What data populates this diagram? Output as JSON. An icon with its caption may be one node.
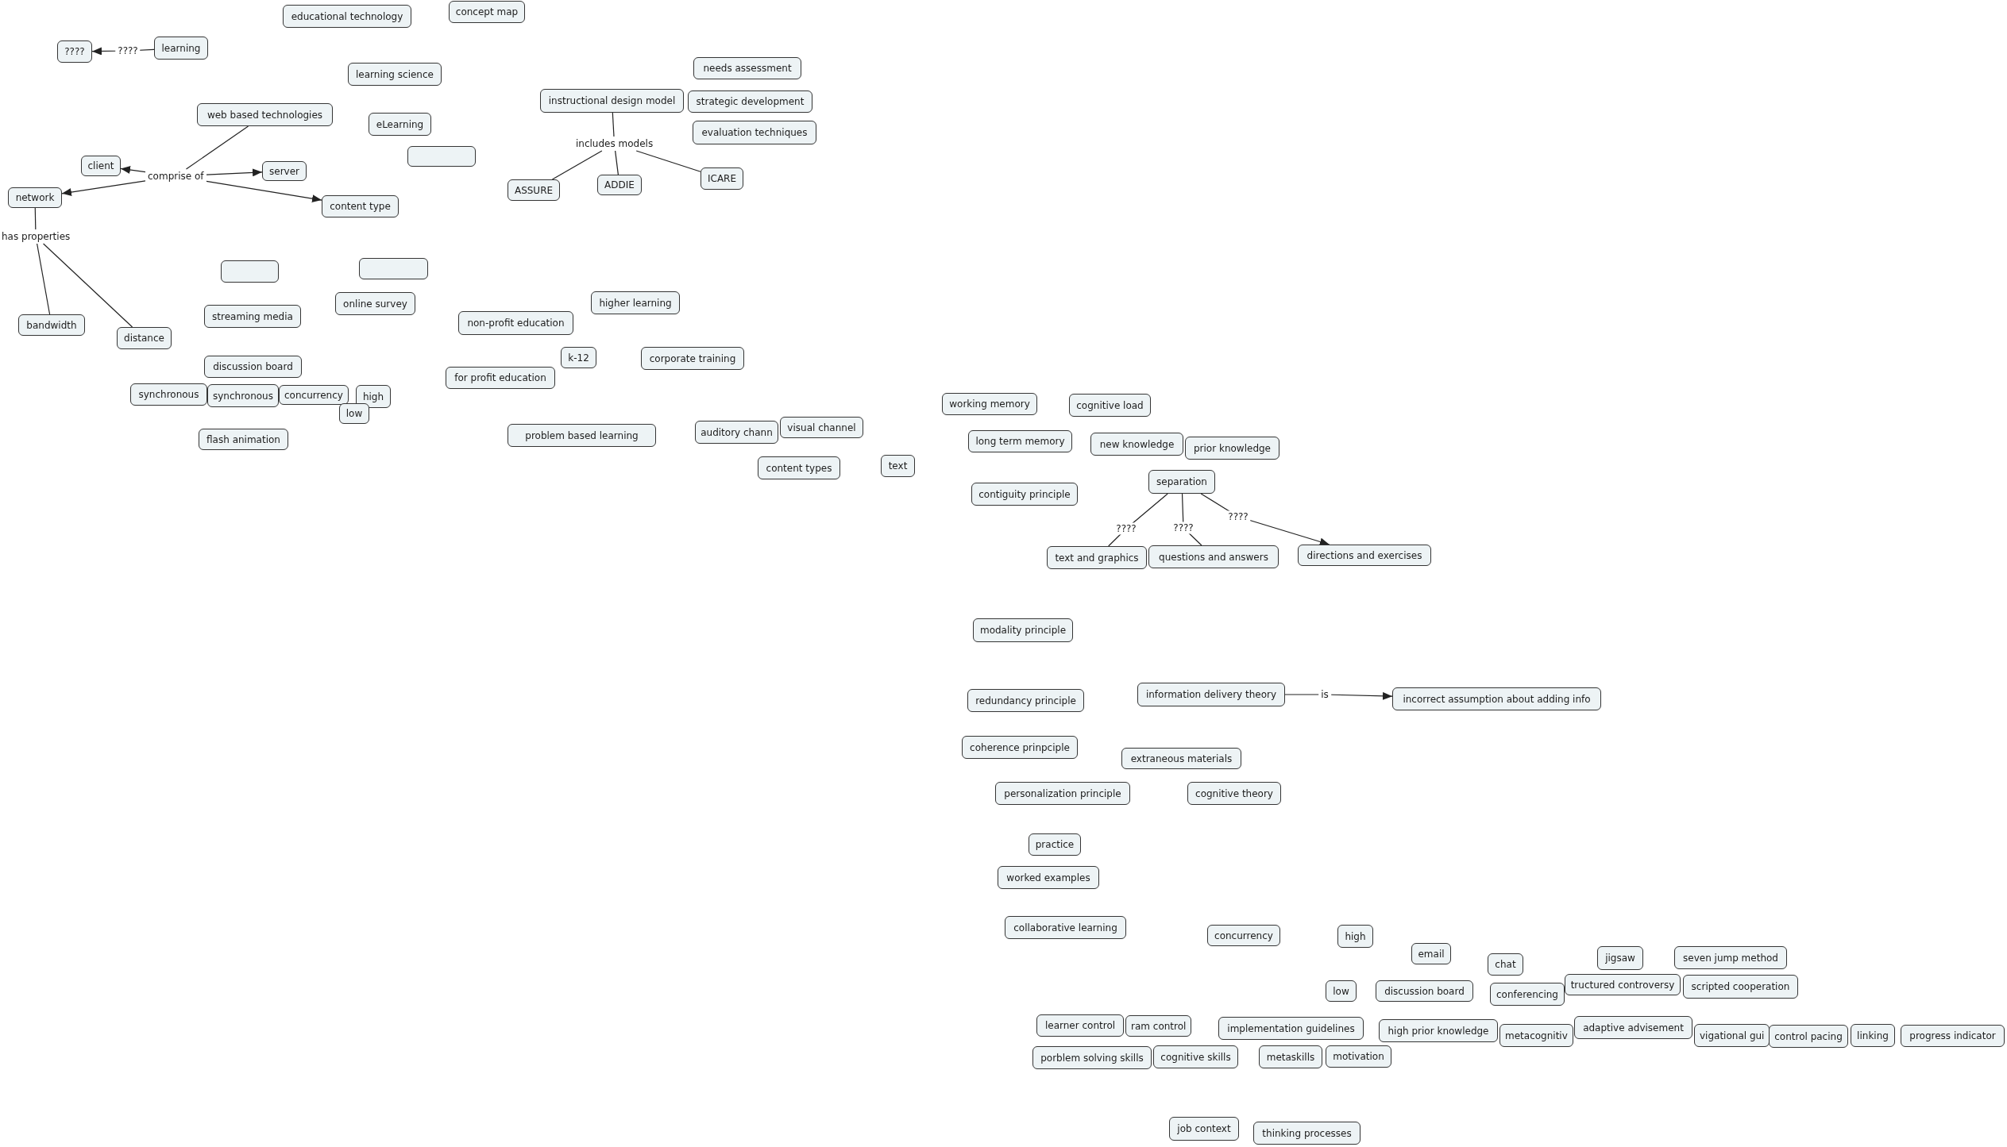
{
  "diagram": {
    "nodes": [
      {
        "text": [
          "educational technology"
        ]
      },
      {
        "text": [
          "concept map"
        ]
      },
      {
        "text": [
          "learning"
        ]
      },
      {
        "text": [
          "????"
        ]
      },
      {
        "text": [
          "learning science"
        ]
      },
      {
        "text": [
          "needs assessment"
        ]
      },
      {
        "text": [
          "instructional design model"
        ]
      },
      {
        "text": [
          "strategic development"
        ]
      },
      {
        "text": [
          "web based technologies"
        ]
      },
      {
        "text": [
          "eLearning"
        ]
      },
      {
        "text": [
          "evaluation techniques"
        ]
      },
      {
        "text": [
          "includes models"
        ]
      },
      {
        "text": [],
        "shape": "box"
      },
      {
        "text": [
          "client"
        ]
      },
      {
        "text": [
          "server"
        ]
      },
      {
        "text": [
          "comprise of"
        ]
      },
      {
        "text": [
          "ICARE"
        ]
      },
      {
        "text": [
          "ADDIE"
        ]
      },
      {
        "text": [
          "ASSURE"
        ]
      },
      {
        "text": [
          "network"
        ]
      },
      {
        "text": [
          "content type"
        ]
      },
      {
        "text": [
          "has properties"
        ]
      },
      {
        "text": [],
        "shape": "box"
      },
      {
        "text": [],
        "shape": "box"
      },
      {
        "text": [
          "higher learning"
        ]
      },
      {
        "text": [
          "online survey"
        ]
      },
      {
        "text": [
          "streaming media"
        ]
      },
      {
        "text": [
          "non-profit education"
        ]
      },
      {
        "text": [
          "bandwidth"
        ]
      },
      {
        "text": [
          "distance"
        ]
      },
      {
        "text": [
          "k-12"
        ]
      },
      {
        "text": [
          "corporate training"
        ]
      },
      {
        "text": [
          "discussion board"
        ]
      },
      {
        "text": [
          "for profit education"
        ]
      },
      {
        "text": [
          "synchronous"
        ]
      },
      {
        "text": [
          "synchronous"
        ]
      },
      {
        "text": [
          "concurrency"
        ]
      },
      {
        "text": [
          "high"
        ]
      },
      {
        "text": [
          "low"
        ]
      },
      {
        "text": [
          "flash animation"
        ]
      },
      {
        "text": [
          "problem based learning"
        ]
      },
      {
        "text": [
          "auditory chann"
        ]
      },
      {
        "text": [
          "visual channel"
        ]
      },
      {
        "text": [
          "content types"
        ]
      },
      {
        "text": [
          "text"
        ]
      },
      {
        "text": [
          "working memory"
        ]
      },
      {
        "text": [
          "cognitive load"
        ]
      },
      {
        "text": [
          "long term memory"
        ]
      },
      {
        "text": [
          "new knowledge"
        ]
      },
      {
        "text": [
          "prior knowledge"
        ]
      },
      {
        "text": [
          "separation"
        ]
      },
      {
        "text": [
          "contiguity principle"
        ]
      },
      {
        "text": [
          "text and graphics"
        ]
      },
      {
        "text": [
          "questions and answers"
        ]
      },
      {
        "text": [
          "directions and exercises"
        ]
      },
      {
        "text": [
          "modality principle"
        ]
      },
      {
        "text": [
          "information delivery theory"
        ]
      },
      {
        "text": [
          "incorrect assumption about adding info"
        ]
      },
      {
        "text": [
          "redundancy principle"
        ]
      },
      {
        "text": [
          "coherence prinpciple"
        ]
      },
      {
        "text": [
          "extraneous materials"
        ]
      },
      {
        "text": [
          "personalization principle"
        ]
      },
      {
        "text": [
          "cognitive theory"
        ]
      },
      {
        "text": [
          "practice"
        ]
      },
      {
        "text": [
          "worked examples"
        ]
      },
      {
        "text": [
          "collaborative learning"
        ]
      },
      {
        "text": [
          "concurrency"
        ]
      },
      {
        "text": [
          "high"
        ]
      },
      {
        "text": [
          "email"
        ]
      },
      {
        "text": [
          "jigsaw"
        ]
      },
      {
        "text": [
          "seven jump method"
        ]
      },
      {
        "text": [
          "chat"
        ]
      },
      {
        "text": [
          "low"
        ]
      },
      {
        "text": [
          "discussion board"
        ]
      },
      {
        "text": [
          "tructured controversy"
        ]
      },
      {
        "text": [
          "scripted cooperation"
        ]
      },
      {
        "text": [
          "conferencing"
        ]
      },
      {
        "text": [
          "learner control"
        ]
      },
      {
        "text": [
          "ram control"
        ]
      },
      {
        "text": [
          "implementation guidelines"
        ]
      },
      {
        "text": [
          "high prior knowledge"
        ]
      },
      {
        "text": [
          "metacognitiv"
        ]
      },
      {
        "text": [
          "adaptive advisement"
        ]
      },
      {
        "text": [
          "vigational gui"
        ]
      },
      {
        "text": [
          "control pacing"
        ]
      },
      {
        "text": [
          "linking"
        ]
      },
      {
        "text": [
          "progress indicator"
        ]
      },
      {
        "text": [
          "porblem solving skills"
        ]
      },
      {
        "text": [
          "cognitive skills"
        ]
      },
      {
        "text": [
          "metaskills"
        ]
      },
      {
        "text": [
          "motivation"
        ]
      },
      {
        "text": [
          "job context"
        ]
      },
      {
        "text": [
          "thinking processes"
        ]
      }
    ],
    "edges": [
      {
        "from": 2,
        "to": 3,
        "arrow": "to",
        "label": "????"
      },
      {
        "from": 8,
        "to": 15,
        "arrow": "none"
      },
      {
        "from": 15,
        "to": 13,
        "arrow": "to"
      },
      {
        "from": 15,
        "to": 14,
        "arrow": "to"
      },
      {
        "from": 15,
        "to": 19,
        "arrow": "to"
      },
      {
        "from": 15,
        "to": 20,
        "arrow": "to"
      },
      {
        "from": 19,
        "to": 21,
        "arrow": "none"
      },
      {
        "from": 21,
        "to": 28,
        "arrow": "none"
      },
      {
        "from": 21,
        "to": 29,
        "arrow": "none"
      },
      {
        "from": 6,
        "to": 11,
        "arrow": "none"
      },
      {
        "from": 11,
        "to": 18,
        "arrow": "none"
      },
      {
        "from": 11,
        "to": 17,
        "arrow": "none"
      },
      {
        "from": 11,
        "to": 16,
        "arrow": "none"
      },
      {
        "from": 50,
        "to": 52,
        "arrow": "none",
        "label": "????"
      },
      {
        "from": 50,
        "to": 53,
        "arrow": "none",
        "label": "????"
      },
      {
        "from": 50,
        "to": 54,
        "arrow": "to",
        "label": "????"
      },
      {
        "from": 56,
        "to": 57,
        "arrow": "to",
        "label": "is"
      }
    ]
  }
}
